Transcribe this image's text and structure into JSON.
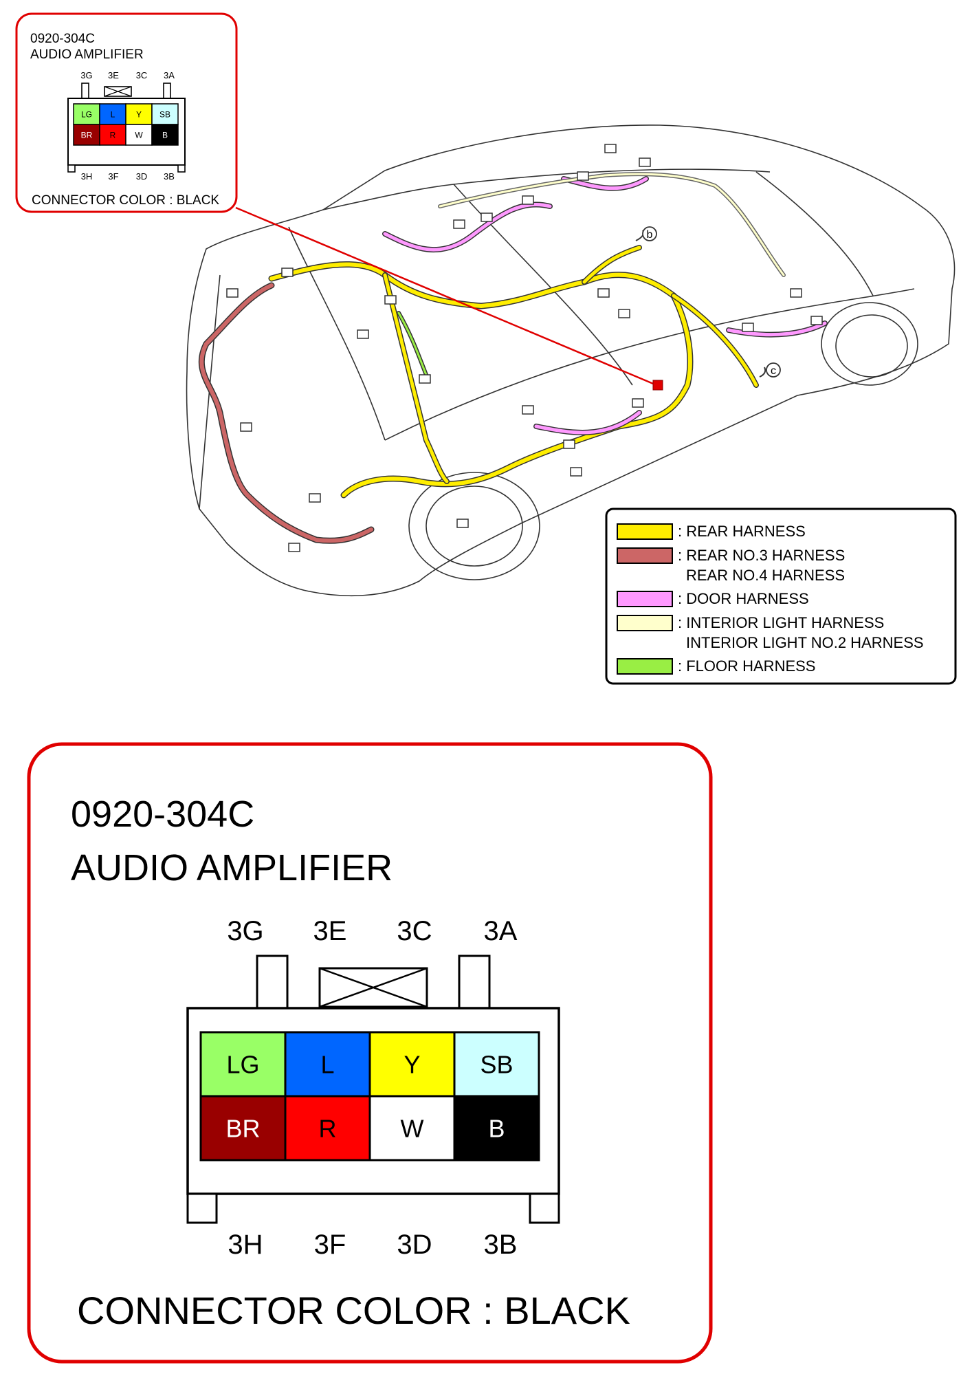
{
  "connector": {
    "code": "0920-304C",
    "name": "AUDIO AMPLIFIER",
    "top_terminals": [
      "3G",
      "3E",
      "3C",
      "3A"
    ],
    "bottom_terminals": [
      "3H",
      "3F",
      "3D",
      "3B"
    ],
    "pins_top_row": [
      {
        "label": "LG",
        "fill": "#99ff66",
        "text_color": "#000000"
      },
      {
        "label": "L",
        "fill": "#0066ff",
        "text_color": "#000000"
      },
      {
        "label": "Y",
        "fill": "#ffff00",
        "text_color": "#000000"
      },
      {
        "label": "SB",
        "fill": "#ccffff",
        "text_color": "#000000"
      }
    ],
    "pins_bottom_row": [
      {
        "label": "BR",
        "fill": "#990000",
        "text_color": "#ffffff"
      },
      {
        "label": "R",
        "fill": "#ff0000",
        "text_color": "#000000"
      },
      {
        "label": "W",
        "fill": "#ffffff",
        "text_color": "#000000"
      },
      {
        "label": "B",
        "fill": "#000000",
        "text_color": "#ffffff"
      }
    ],
    "color_note": "CONNECTOR COLOR : BLACK",
    "frame_color": "#e00000"
  },
  "markers": [
    "b",
    "c"
  ],
  "legend": [
    {
      "swatch": "#ffee00",
      "lines": [
        ": REAR HARNESS"
      ]
    },
    {
      "swatch": "#cc6666",
      "lines": [
        ": REAR NO.3 HARNESS",
        "REAR NO.4 HARNESS"
      ]
    },
    {
      "swatch": "#ff99ff",
      "lines": [
        ": DOOR HARNESS"
      ]
    },
    {
      "swatch": "#ffffcc",
      "lines": [
        ": INTERIOR LIGHT HARNESS",
        "INTERIOR LIGHT NO.2 HARNESS"
      ]
    },
    {
      "swatch": "#99ee44",
      "lines": [
        ": FLOOR HARNESS"
      ]
    }
  ]
}
